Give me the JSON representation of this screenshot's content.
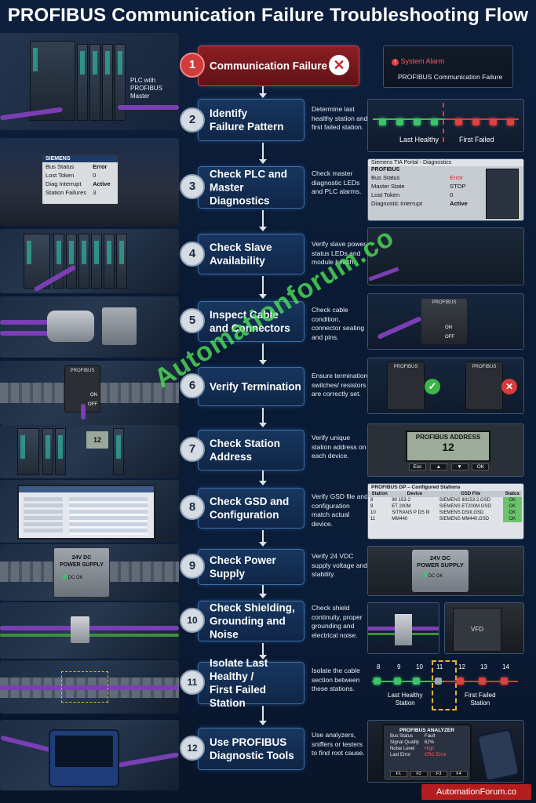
{
  "title": "PROFIBUS Communication Failure Troubleshooting Flow",
  "plc_caption": "PLC with\nPROFIBUS Master",
  "steps": [
    {
      "num": "1",
      "label": "Communication Failure",
      "desc": ""
    },
    {
      "num": "2",
      "label": "Identify\nFailure Pattern",
      "desc": "Determine last healthy station and first failed station."
    },
    {
      "num": "3",
      "label": "Check PLC and\nMaster Diagnostics",
      "desc": "Check master diagnostic LEDs and PLC alarms."
    },
    {
      "num": "4",
      "label": "Check Slave\nAvailability",
      "desc": "Verify slave power, status LEDs and module health."
    },
    {
      "num": "5",
      "label": "Inspect Cable\nand Connectors",
      "desc": "Check cable condition, connector seating and pins."
    },
    {
      "num": "6",
      "label": "Verify Termination",
      "desc": "Ensure termination switches/ resistors are correctly set."
    },
    {
      "num": "7",
      "label": "Check Station\nAddress",
      "desc": "Verify unique station address on each device."
    },
    {
      "num": "8",
      "label": "Check GSD and\nConfiguration",
      "desc": "Verify GSD file and configuration match actual device."
    },
    {
      "num": "9",
      "label": "Check Power Supply",
      "desc": "Verify 24 VDC supply voltage and stability."
    },
    {
      "num": "10",
      "label": "Check Shielding,\nGrounding and Noise",
      "desc": "Check shield continuity, proper grounding and electrical noise."
    },
    {
      "num": "11",
      "label": "Isolate Last Healthy /\nFirst Failed Station",
      "desc": "Isolate the cable section between these stations."
    },
    {
      "num": "12",
      "label": "Use PROFIBUS\nDiagnostic Tools",
      "desc": "Use analyzers, sniffers or testers to find root cause."
    }
  ],
  "alarm": {
    "title": "System Alarm",
    "message": "PROFIBUS Communication Failure"
  },
  "pattern": {
    "last_healthy": "Last Healthy",
    "first_failed": "First Failed"
  },
  "hmi": {
    "brand": "SIEMENS",
    "rows": [
      {
        "k": "Bus Status",
        "v": "Error"
      },
      {
        "k": "Lost Token",
        "v": "0"
      },
      {
        "k": "Diag Interrupt",
        "v": "Active"
      },
      {
        "k": "Station Failures",
        "v": "3"
      }
    ]
  },
  "tia": {
    "title": "Siemens TIA Portal - Diagnostics",
    "section": "PROFIBUS",
    "rows": [
      {
        "k": "Bus Status",
        "v": "Error"
      },
      {
        "k": "Master State",
        "v": "STOP"
      },
      {
        "k": "Lost Token",
        "v": "0"
      },
      {
        "k": "Diagnostic Interrupt",
        "v": "Active"
      }
    ]
  },
  "connector": {
    "label": "PROFIBUS",
    "on": "ON",
    "off": "OFF"
  },
  "address": {
    "title": "PROFIBUS ADDRESS",
    "value": "12",
    "keys": [
      "Esc",
      "▲",
      "▼",
      "OK"
    ]
  },
  "gsd": {
    "title": "PROFIBUS DP – Configured Stations",
    "headers": [
      "Station",
      "Device",
      "GSD File",
      "Status"
    ],
    "rows": [
      [
        "8",
        "IM 153-2",
        "SIEMENS IM153-2.GSD",
        "OK"
      ],
      [
        "9",
        "ET 200M",
        "SIEMENS ET200M.GSD",
        "OK"
      ],
      [
        "10",
        "SITRANS P DS III",
        "SIEMENS DSIII.GSD",
        "OK"
      ],
      [
        "11",
        "MM440",
        "SIEMENS MM440.GSD",
        "OK"
      ]
    ]
  },
  "psu": {
    "label": "24V DC\nPOWER SUPPLY",
    "status": "DC OK"
  },
  "vfd": {
    "label": "VFD"
  },
  "isolate": {
    "stations": [
      "8",
      "9",
      "10",
      "11",
      "12",
      "13",
      "14"
    ],
    "last_healthy": "Last Healthy\nStation",
    "first_failed": "First Failed\nStation"
  },
  "analyzer": {
    "title": "PROFIBUS ANALYZER",
    "rows": [
      {
        "k": "Bus Status",
        "v": "Fault"
      },
      {
        "k": "Signal Quality",
        "v": "62%"
      },
      {
        "k": "Noise Level",
        "v": "High"
      },
      {
        "k": "Last Error",
        "v": "CRC Error"
      }
    ],
    "keys": [
      "F1",
      "F2",
      "F3",
      "F4"
    ]
  },
  "watermark": "Automationforum.co",
  "footer": "AutomationForum.co",
  "colors": {
    "accent_blue": "#3f6fa8",
    "alarm_red": "#d23b3b",
    "ok_green": "#3cc46a"
  }
}
